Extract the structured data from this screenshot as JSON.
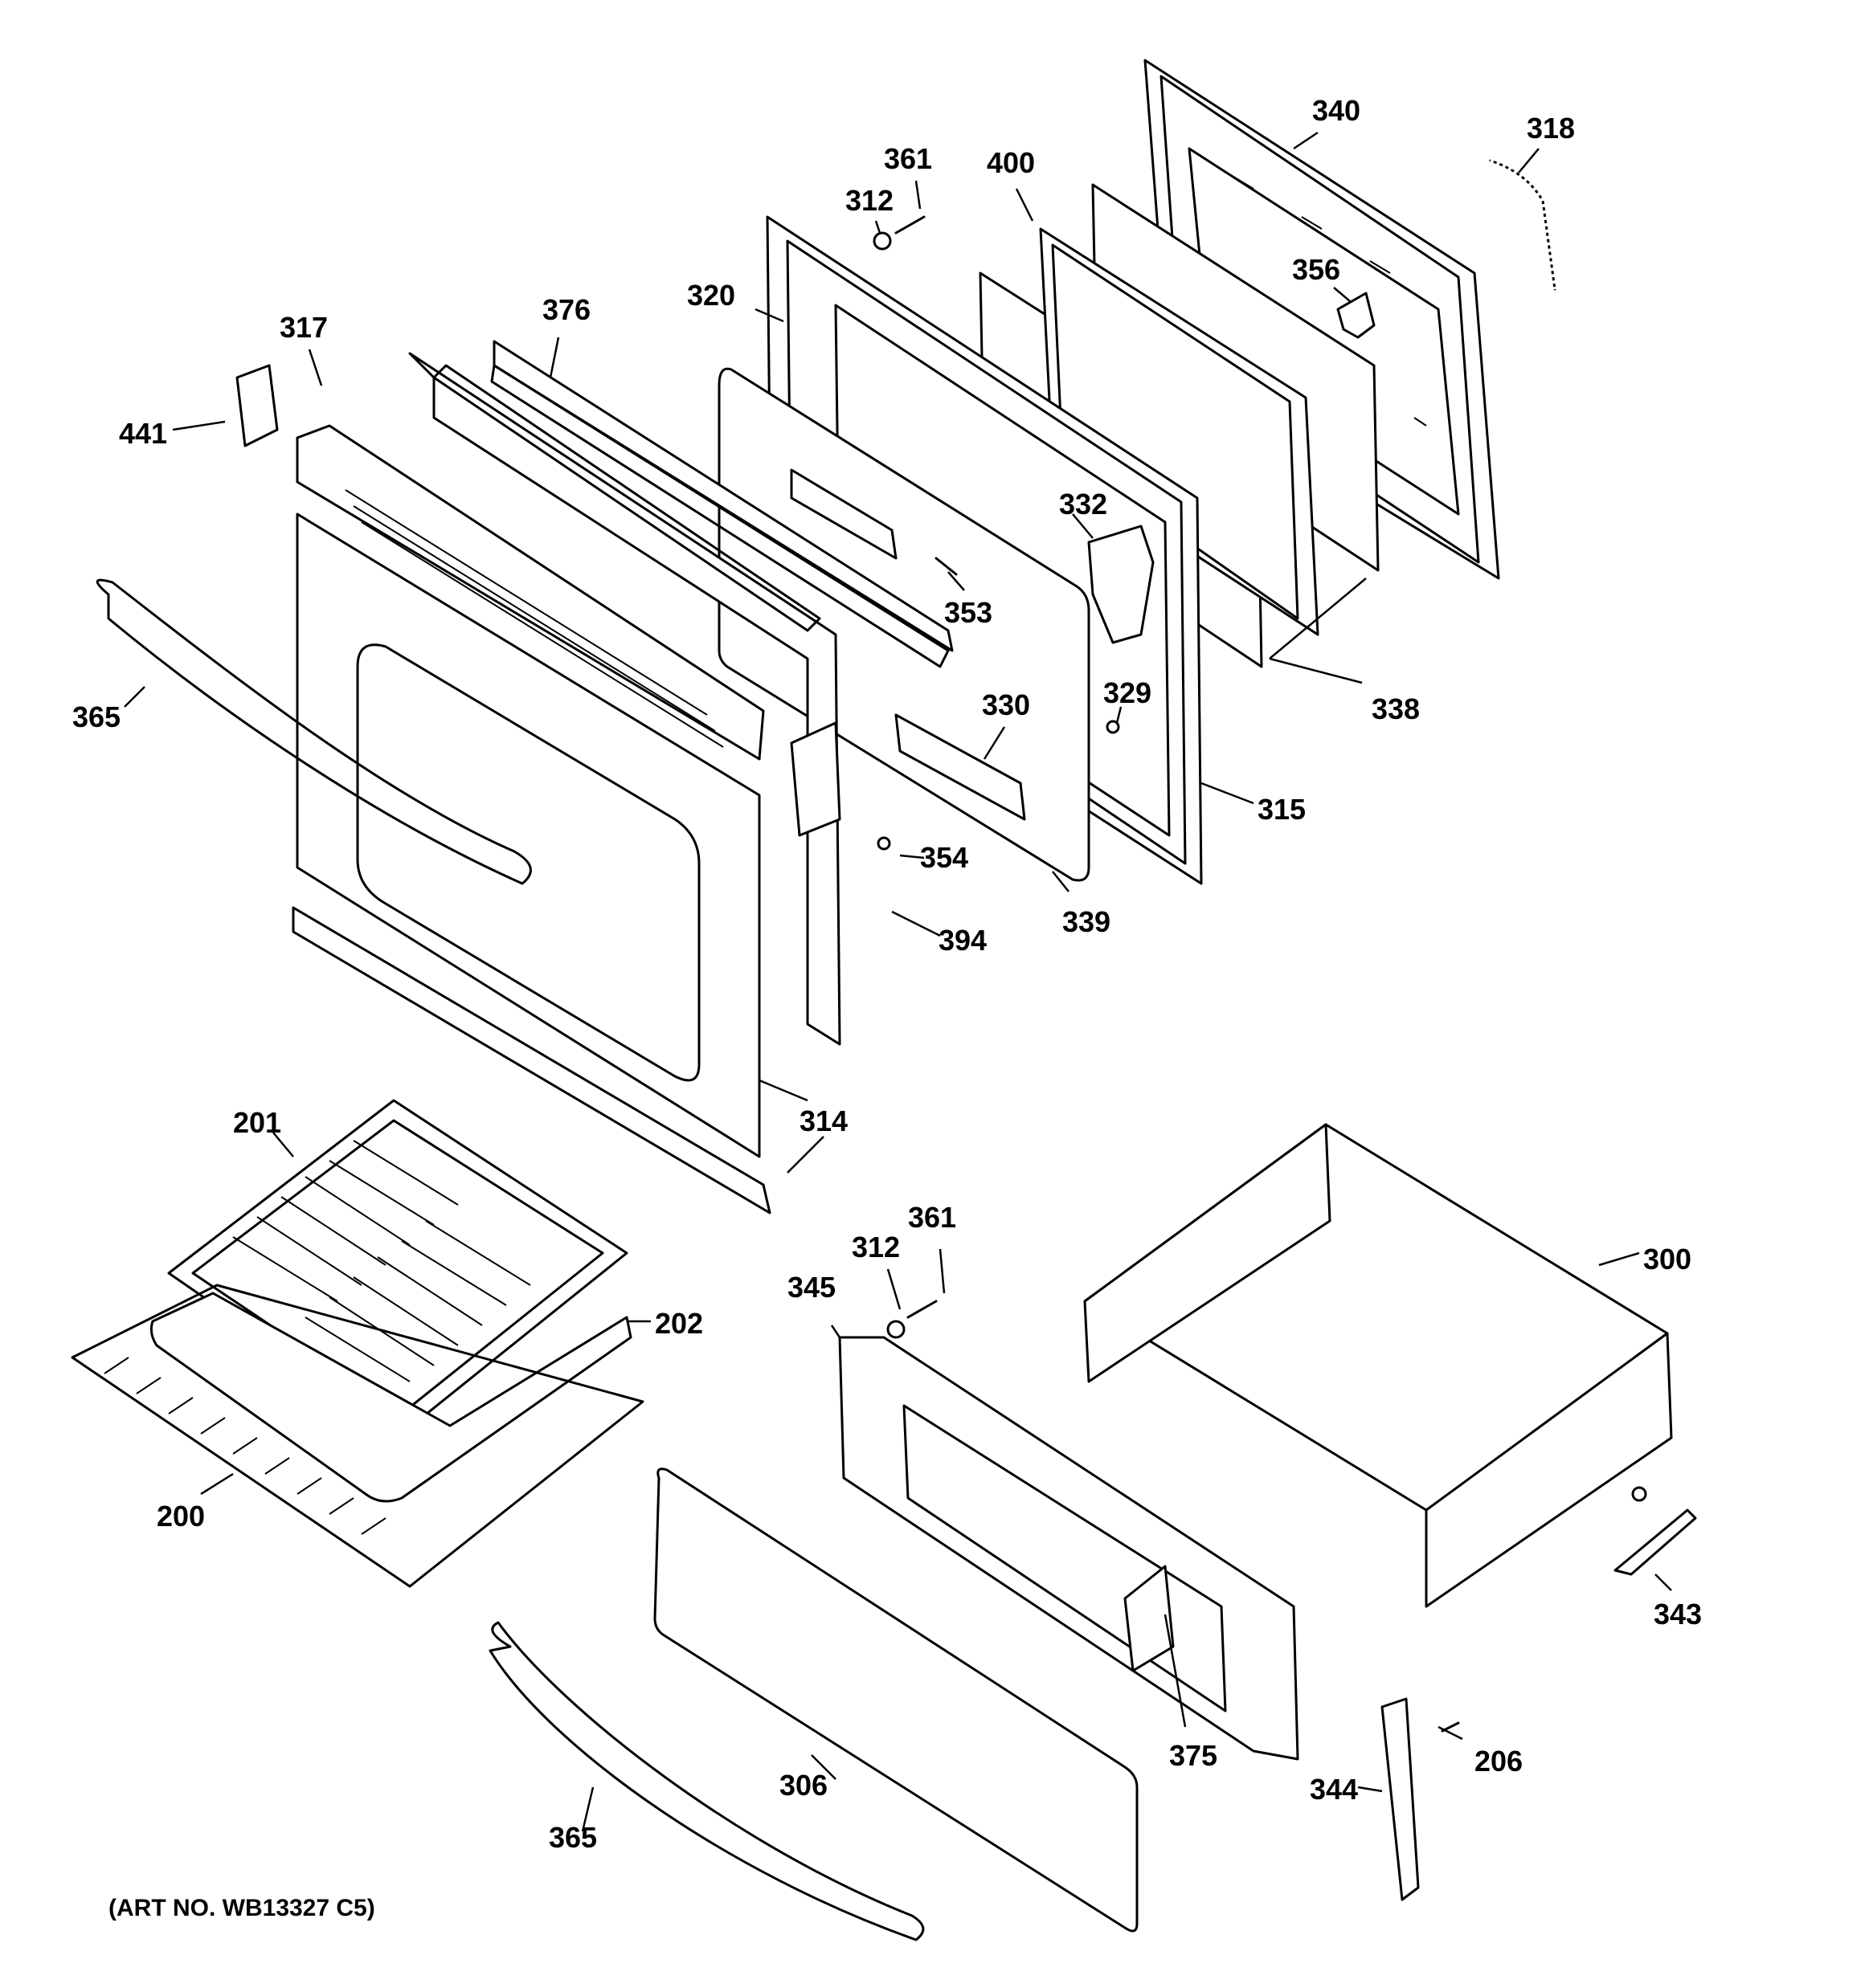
{
  "diagram": {
    "labels": [
      {
        "id": "340",
        "text": "340"
      },
      {
        "id": "318",
        "text": "318"
      },
      {
        "id": "361a",
        "text": "361"
      },
      {
        "id": "400",
        "text": "400"
      },
      {
        "id": "312a",
        "text": "312"
      },
      {
        "id": "356",
        "text": "356"
      },
      {
        "id": "320",
        "text": "320"
      },
      {
        "id": "376",
        "text": "376"
      },
      {
        "id": "317",
        "text": "317"
      },
      {
        "id": "441",
        "text": "441"
      },
      {
        "id": "332",
        "text": "332"
      },
      {
        "id": "353",
        "text": "353"
      },
      {
        "id": "365a",
        "text": "365"
      },
      {
        "id": "330",
        "text": "330"
      },
      {
        "id": "329",
        "text": "329"
      },
      {
        "id": "338",
        "text": "338"
      },
      {
        "id": "315",
        "text": "315"
      },
      {
        "id": "354",
        "text": "354"
      },
      {
        "id": "339",
        "text": "339"
      },
      {
        "id": "394",
        "text": "394"
      },
      {
        "id": "314",
        "text": "314"
      },
      {
        "id": "201",
        "text": "201"
      },
      {
        "id": "361b",
        "text": "361"
      },
      {
        "id": "312b",
        "text": "312"
      },
      {
        "id": "300",
        "text": "300"
      },
      {
        "id": "345",
        "text": "345"
      },
      {
        "id": "202",
        "text": "202"
      },
      {
        "id": "200",
        "text": "200"
      },
      {
        "id": "343",
        "text": "343"
      },
      {
        "id": "375",
        "text": "375"
      },
      {
        "id": "206",
        "text": "206"
      },
      {
        "id": "344",
        "text": "344"
      },
      {
        "id": "306",
        "text": "306"
      },
      {
        "id": "365b",
        "text": "365"
      }
    ],
    "art_number": "(ART NO. WB13327 C5)"
  }
}
